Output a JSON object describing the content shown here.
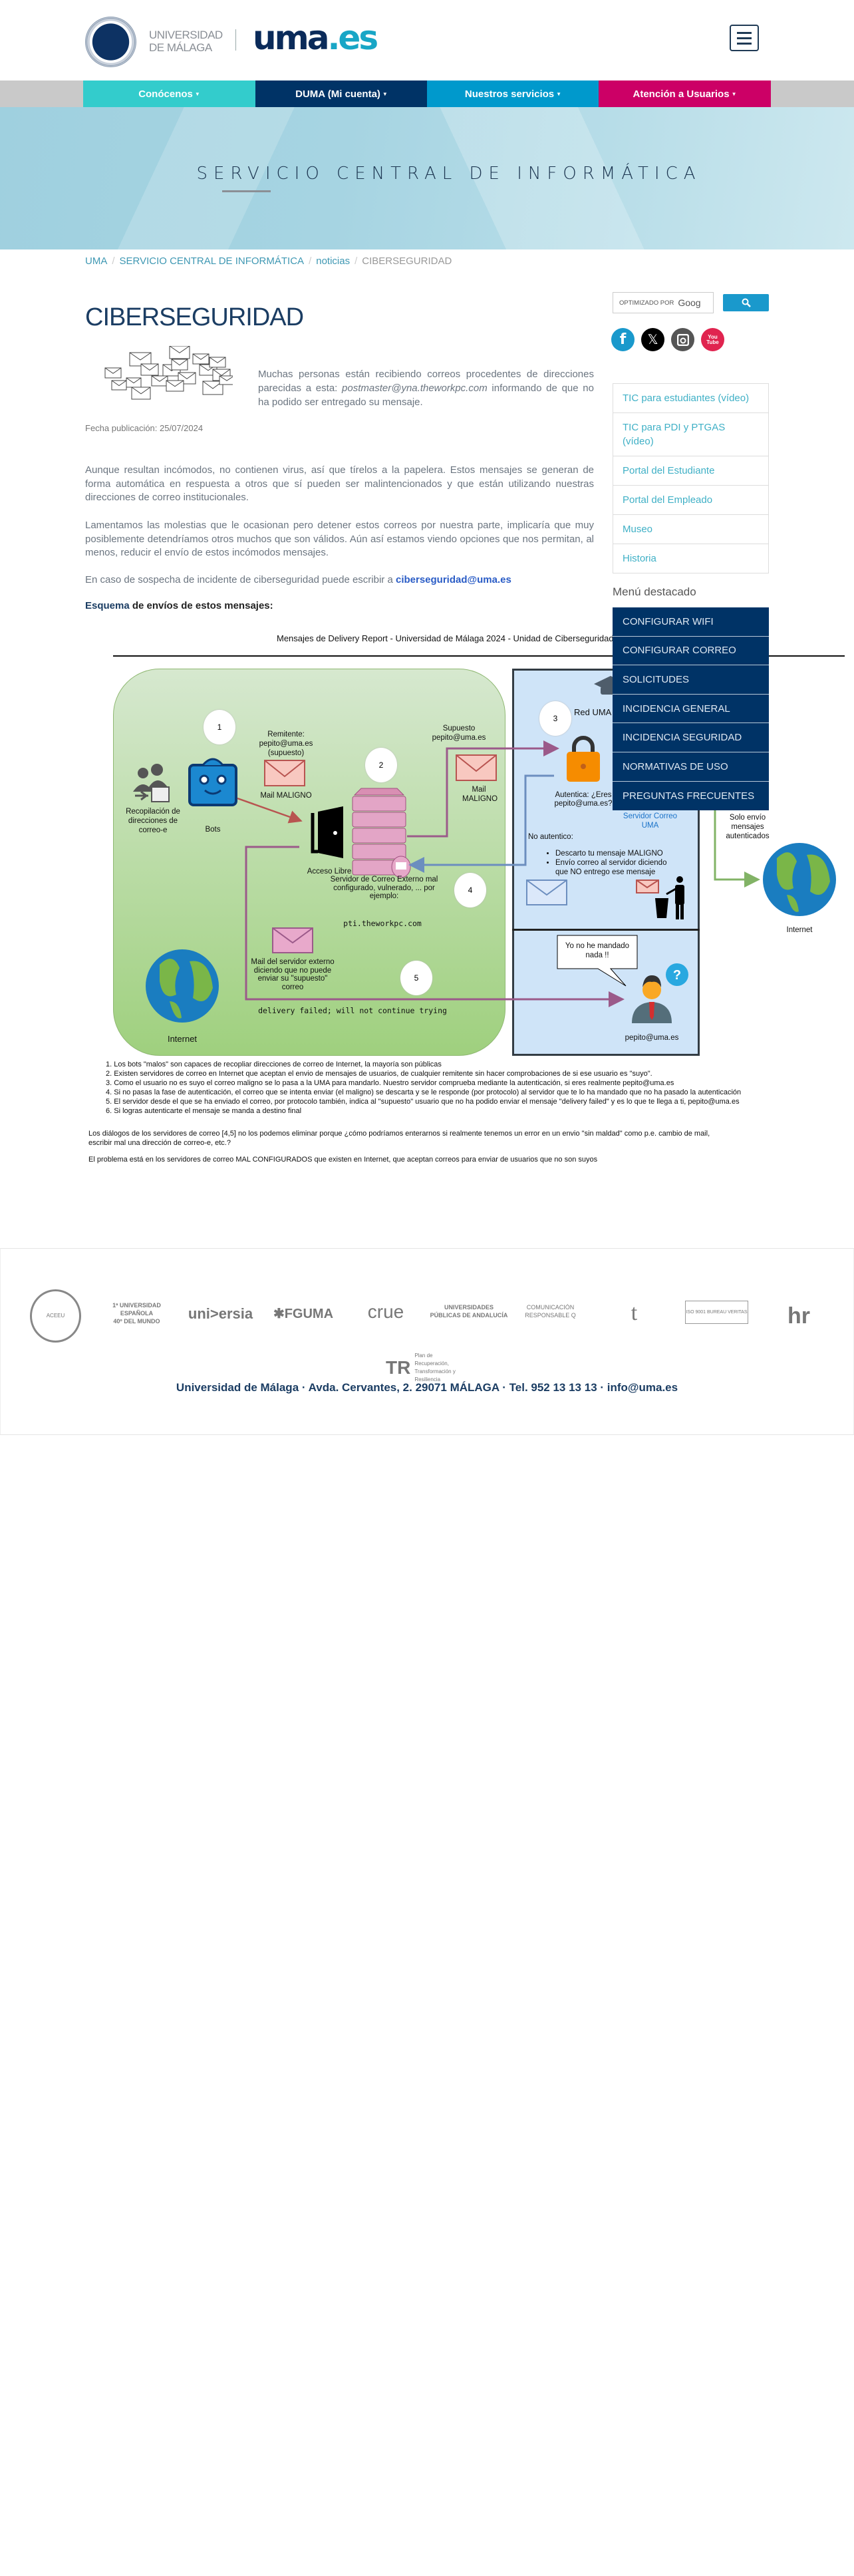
{
  "header": {
    "logo_line_1": "UNIVERSIDAD",
    "logo_line_2": "DE MÁLAGA",
    "brand": "uma",
    "brand_tld": ".es",
    "menu_icon": "hamburger-icon"
  },
  "nav": [
    {
      "label": "Conócenos",
      "color": "#33cccc"
    },
    {
      "label": "DUMA (Mi cuenta)",
      "color": "#003366"
    },
    {
      "label": "Nuestros servicios",
      "color": "#0099cc"
    },
    {
      "label": "Atención a Usuarios",
      "color": "#cc0066"
    }
  ],
  "hero": {
    "title": "SERVICIO CENTRAL DE INFORMÁTICA"
  },
  "breadcrumb": [
    "UMA",
    "SERVICIO CENTRAL DE INFORMÁTICA",
    "noticias",
    "CIBERSEGURIDAD"
  ],
  "article": {
    "title": "CIBERSEGURIDAD",
    "intro_a": "Muchas personas están recibiendo correos procedentes de direcciones parecidas a esta: ",
    "intro_email": "postmaster@yna.theworkpc.com",
    "intro_b": " informando de que no ha podido ser entregado su mensaje.",
    "date": "Fecha publicación: 25/07/2024",
    "p1": "Aunque resultan incómodos, no contienen virus, así que tírelos a la papelera. Estos mensajes se generan de forma automática en respuesta a otros que sí pueden ser malintencionados y que están utilizando nuestras direcciones de correo institucionales.",
    "p2": "Lamentamos las molestias que le ocasionan pero detener estos correos por nuestra parte, implicaría que muy posiblemente detendríamos otros muchos que son válidos.  Aún así estamos viendo opciones que nos permitan, al menos, reducir el envío de estos incómodos mensajes.",
    "p3_prefix": "En caso de sospecha de incidente de ciberseguridad puede escribir a ",
    "p3_email": "ciberseguridad@uma.es",
    "schema_a": "Esquema",
    "schema_b": " de envíos de estos mensajes:"
  },
  "diagram": {
    "title": "Mensajes de Delivery Report - Universidad de Málaga 2024 - Unidad de Ciberseguridad",
    "recopilacion": "Recopilación de direcciones de correo-e",
    "bots": "Bots",
    "remitente": "Remitente: pepito@uma.es (supuesto)",
    "mail_maligno": "Mail MALIGNO",
    "supuesto": "Supuesto pepito@uma.es",
    "mail_maligno_2": "Mail MALIGNO",
    "acceso_libre": "Acceso Libre",
    "servidor_externo": "Servidor de Correo Externo mal configurado, vulnerado, ... por ejemplo:",
    "servidor_host": "pti.theworkpc.com",
    "mail_servidor": "Mail del servidor externo diciendo que no puede enviar su \"supuesto\" correo",
    "delivery_failed": "delivery failed; will not continue trying",
    "internet": "Internet",
    "red_uma": "Red UMA",
    "autentica": "Autentica: ¿Eres pepito@uma.es?",
    "servidor_uma": "Servidor Correo UMA",
    "no_autentico": "No autentico:",
    "bullets": [
      "Descarto tu mensaje MALIGNO",
      "Envío correo al servidor diciendo que NO entrego ese mensaje"
    ],
    "solo_envio": "Solo envío mensajes autenticados",
    "internet_2": "Internet",
    "bubble": "Yo no he mandado nada !!",
    "user": "pepito@uma.es",
    "steps": [
      "1",
      "2",
      "3",
      "4",
      "5"
    ]
  },
  "notes": {
    "items": [
      "1. Los bots \"malos\" son capaces de recopliar direcciones de correo de Internet, la mayoría son públicas",
      "2. Existen servidores de correo en Internet que aceptan el envio de mensajes de usuarios, de cualquier remitente sin hacer comprobaciones de si ese usuario es \"suyo\".",
      "3. Como el usuario no es suyo el correo maligno se lo pasa a la UMA para mandarlo. Nuestro servidor comprueba mediante la autenticación, si eres realmente pepito@uma.es",
      "4. Si no pasas la fase de autenticación, el correo que se intenta enviar (el maligno) se descarta y se le responde (por protocolo) al servidor que te lo ha mandado que no ha pasado la autenticación",
      "5. El servidor desde el que se ha enviado el correo, por protocolo también, indica al \"supuesto\" usuario que no ha podido enviar el mensaje \"delivery failed\" y es lo que te llega a ti, pepito@uma.es",
      "6. Si logras autenticarte el mensaje se manda a destino final"
    ],
    "dialogs_1": "Los diálogos de los servidores de correo [4,5] no los podemos eliminar porque ¿cómo podríamos enterarnos si realmente tenemos un error en un envio \"sin maldad\" como p.e. cambio de mail,",
    "dialogs_2": "escribir mal una dirección de correo-e, etc.?",
    "problem": "El problema está en los servidores de correo MAL CONFIGURADOS que existen en Internet, que aceptan correos para enviar de usuarios que no son suyos"
  },
  "sidebar": {
    "search_label": "OPTIMIZADO POR",
    "search_brand": "Goog",
    "social": [
      "facebook",
      "x",
      "instagram",
      "youtube"
    ],
    "youtube_text": "You Tube",
    "links": [
      "TIC para estudiantes (vídeo)",
      "TIC para PDI y PTGAS (vídeo)",
      "Portal del Estudiante",
      "Portal del Empleado",
      "Museo",
      "Historia"
    ],
    "featured_title": "Menú destacado",
    "featured": [
      "CONFIGURAR WIFI",
      "CONFIGURAR CORREO",
      "SOLICITUDES",
      "INCIDENCIA GENERAL",
      "INCIDENCIA SEGURIDAD",
      "NORMATIVAS DE USO",
      "PREGUNTAS FRECUENTES"
    ]
  },
  "footer": {
    "logos": [
      "ACEEU Entrepreneurship Accredited",
      "1ª Universidad Española 40ª del mundo",
      "universia",
      "FGUMA",
      "crue Universidades Españolas",
      "Universidades Públicas de Andalucía",
      "Comunicación Responsable",
      "t de transparente",
      "Bureau Veritas ISO 9001",
      "HR Excellence in Research",
      "Plan de Recuperación, Transformación y Resiliencia"
    ],
    "address": "Universidad de Málaga · Avda. Cervantes, 2. 29071 MÁLAGA · Tel. 952 13 13 13 · info@uma.es"
  }
}
